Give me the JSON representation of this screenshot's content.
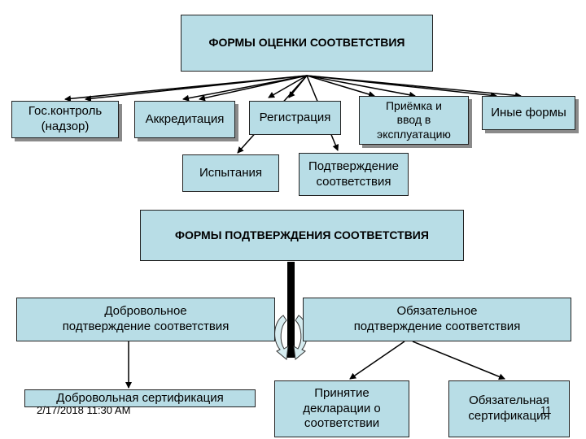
{
  "diagram": {
    "top_title": "ФОРМЫ ОЦЕНКИ СООТВЕТСТВИЯ",
    "forms": {
      "gos_control": "Гос.контроль\n(надзор)",
      "accreditation": "Аккредитация",
      "registration": "Регистрация",
      "acceptance": "Приёмка и\nввод в\nэксплуатацию",
      "other_forms": "Иные формы",
      "testing": "Испытания",
      "confirmation": "Подтверждение\nсоответствия"
    },
    "confirmation_title": "ФОРМЫ ПОДТВЕРЖДЕНИЯ СООТВЕТСТВИЯ",
    "voluntary": "Добровольное\nподтверждение соответствия",
    "mandatory": "Обязательное\nподтверждение соответствия",
    "voluntary_certification": "Добровольная сертификация",
    "declaration": "Принятие\nдекларации о\nсоответствии",
    "mandatory_certification": "Обязательная\nсертификация"
  },
  "footer": {
    "date": "2/17/2018 11:30 AM",
    "page": "11"
  },
  "colors": {
    "box_fill": "#b8dde6",
    "arrow_curved": "#d6ecf0"
  }
}
